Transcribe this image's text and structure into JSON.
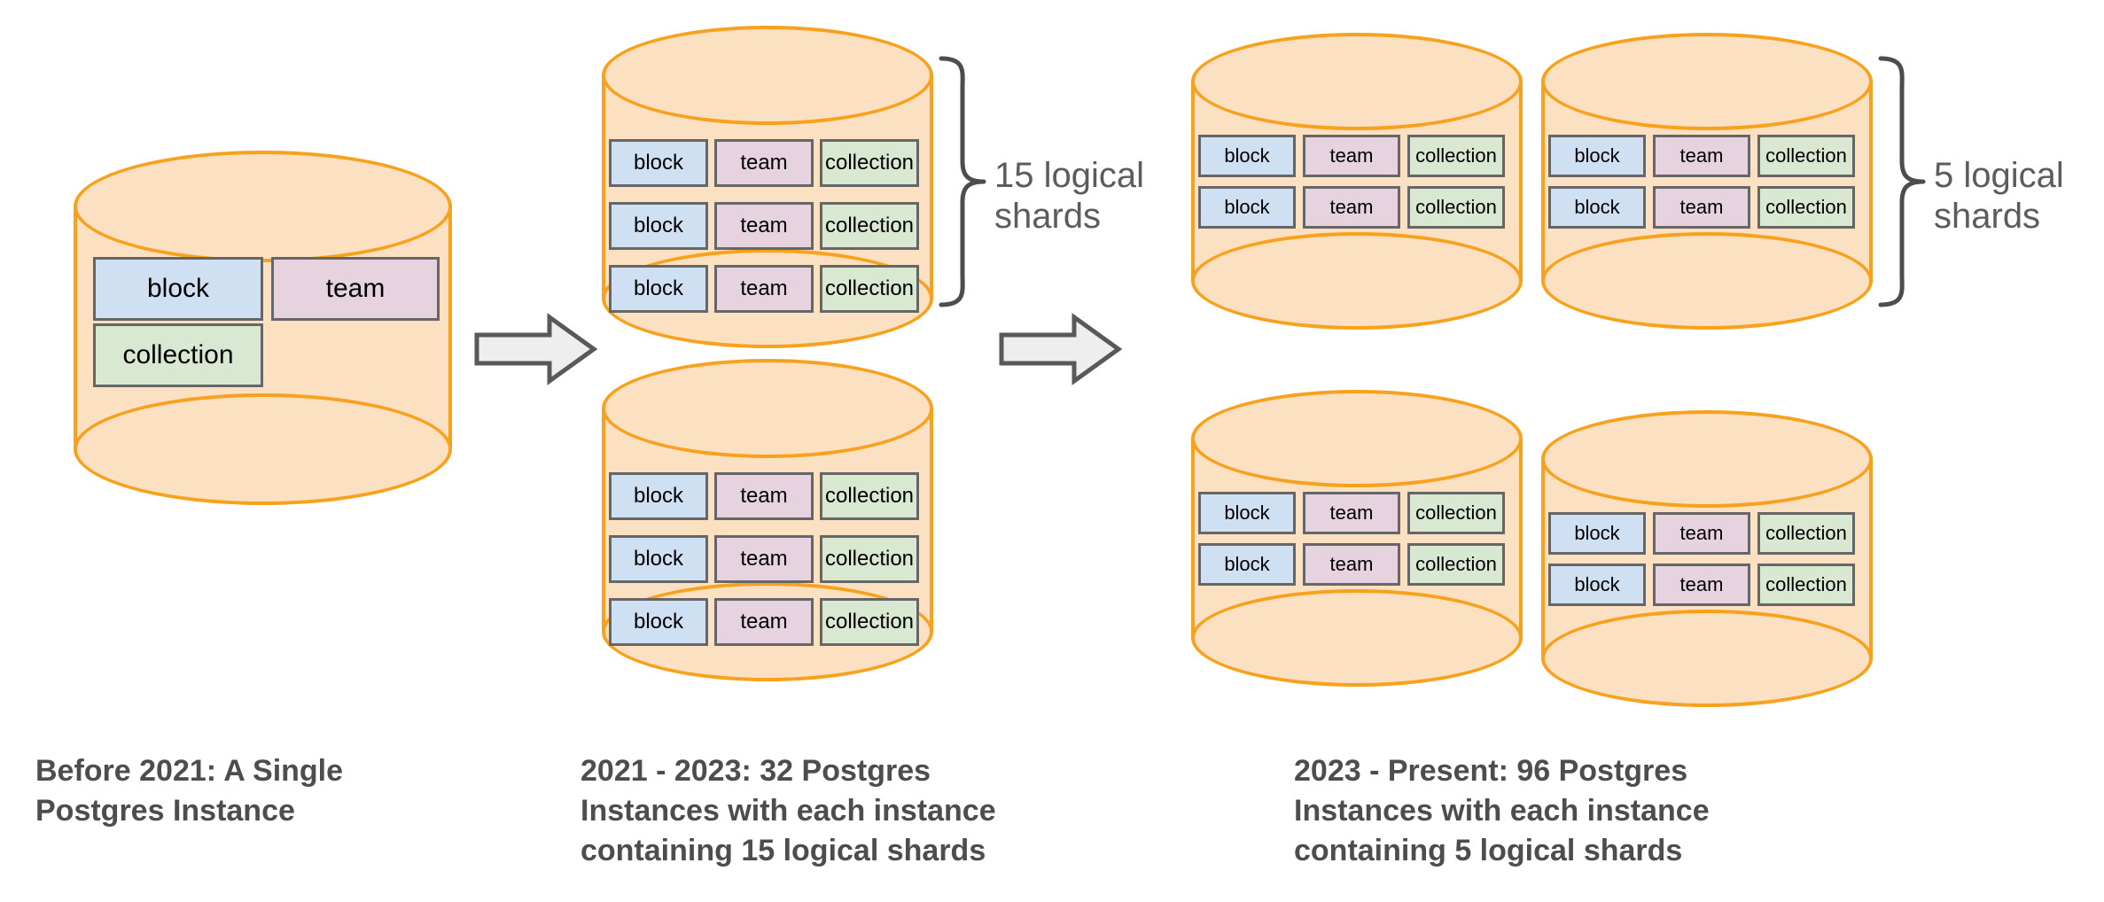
{
  "diagram": {
    "title_semantic": "postgres-sharding-evolution",
    "colors": {
      "cylinder_fill": "#fce0c2",
      "cylinder_stroke": "#f8a11c",
      "block_fill": "#cfe0f2",
      "team_fill": "#e7d2e0",
      "collection_fill": "#d9e8d0",
      "cell_stroke": "#666666",
      "arrow_fill": "#eeeeee",
      "arrow_stroke": "#595959",
      "text_dark": "#4d4d4d",
      "label_gray": "#5c5c5c",
      "background": "#ffffff"
    },
    "table_labels": {
      "block": "block",
      "team": "team",
      "collection": "collection"
    },
    "stages": [
      {
        "id": "stage-1",
        "caption": "Before 2021: A Single\nPostgres Instance",
        "instances": [
          {
            "id": "single-instance",
            "rows": [
              [
                "block",
                "team"
              ],
              [
                "collection"
              ]
            ]
          }
        ]
      },
      {
        "id": "stage-2",
        "caption": "2021 - 2023: 32 Postgres\nInstances with each instance\ncontaining 15 logical shards",
        "brace_label": "15 logical\nshards",
        "instances": [
          {
            "id": "instance-2a",
            "rows": [
              [
                "block",
                "team",
                "collection"
              ],
              [
                "block",
                "team",
                "collection"
              ],
              [
                "block",
                "team",
                "collection"
              ]
            ]
          },
          {
            "id": "instance-2b",
            "rows": [
              [
                "block",
                "team",
                "collection"
              ],
              [
                "block",
                "team",
                "collection"
              ],
              [
                "block",
                "team",
                "collection"
              ]
            ]
          }
        ]
      },
      {
        "id": "stage-3",
        "caption": "2023 - Present: 96 Postgres\nInstances with each instance\ncontaining 5 logical shards",
        "brace_label": "5 logical\nshards",
        "instances": [
          {
            "id": "instance-3a",
            "rows": [
              [
                "block",
                "team",
                "collection"
              ],
              [
                "block",
                "team",
                "collection"
              ]
            ]
          },
          {
            "id": "instance-3b",
            "rows": [
              [
                "block",
                "team",
                "collection"
              ],
              [
                "block",
                "team",
                "collection"
              ]
            ]
          },
          {
            "id": "instance-3c",
            "rows": [
              [
                "block",
                "team",
                "collection"
              ],
              [
                "block",
                "team",
                "collection"
              ]
            ]
          },
          {
            "id": "instance-3d",
            "rows": [
              [
                "block",
                "team",
                "collection"
              ],
              [
                "block",
                "team",
                "collection"
              ]
            ]
          }
        ]
      }
    ],
    "arrows": [
      {
        "id": "arrow-1-to-2",
        "direction": "right"
      },
      {
        "id": "arrow-2-to-3",
        "direction": "right"
      }
    ]
  }
}
